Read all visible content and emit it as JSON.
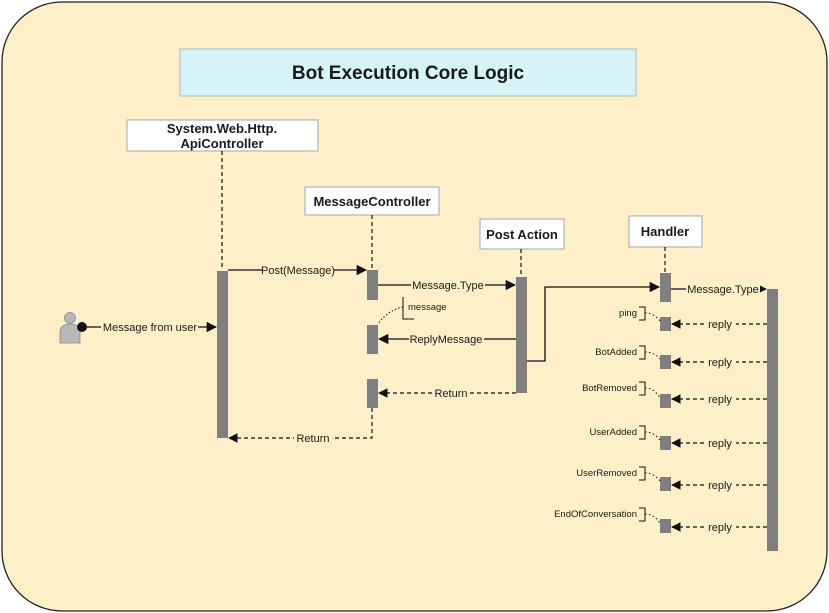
{
  "title": "Bot Execution Core Logic",
  "participants": {
    "api_controller_line1": "System.Web.Http.",
    "api_controller_line2": "ApiController",
    "message_controller": "MessageController",
    "post_action": "Post Action",
    "handler": "Handler"
  },
  "messages": {
    "message_from_user": "Message from user",
    "post_message": "Post(Message)",
    "message_type_1": "Message.Type",
    "message_self": "message",
    "reply_message": "ReplyMessage",
    "return_1": "Return",
    "return_2": "Return",
    "message_type_2": "Message.Type"
  },
  "handler_events": [
    {
      "event": "ping",
      "reply": "reply"
    },
    {
      "event": "BotAdded",
      "reply": "reply"
    },
    {
      "event": "BotRemoved",
      "reply": "reply"
    },
    {
      "event": "UserAdded",
      "reply": "reply"
    },
    {
      "event": "UserRemoved",
      "reply": "reply"
    },
    {
      "event": "EndOfConversation",
      "reply": "reply"
    }
  ],
  "colors": {
    "background": "#fdf0c8",
    "title_fill": "#d4f4f7",
    "box_fill": "#ffffff",
    "activation": "#7f7f7f"
  }
}
